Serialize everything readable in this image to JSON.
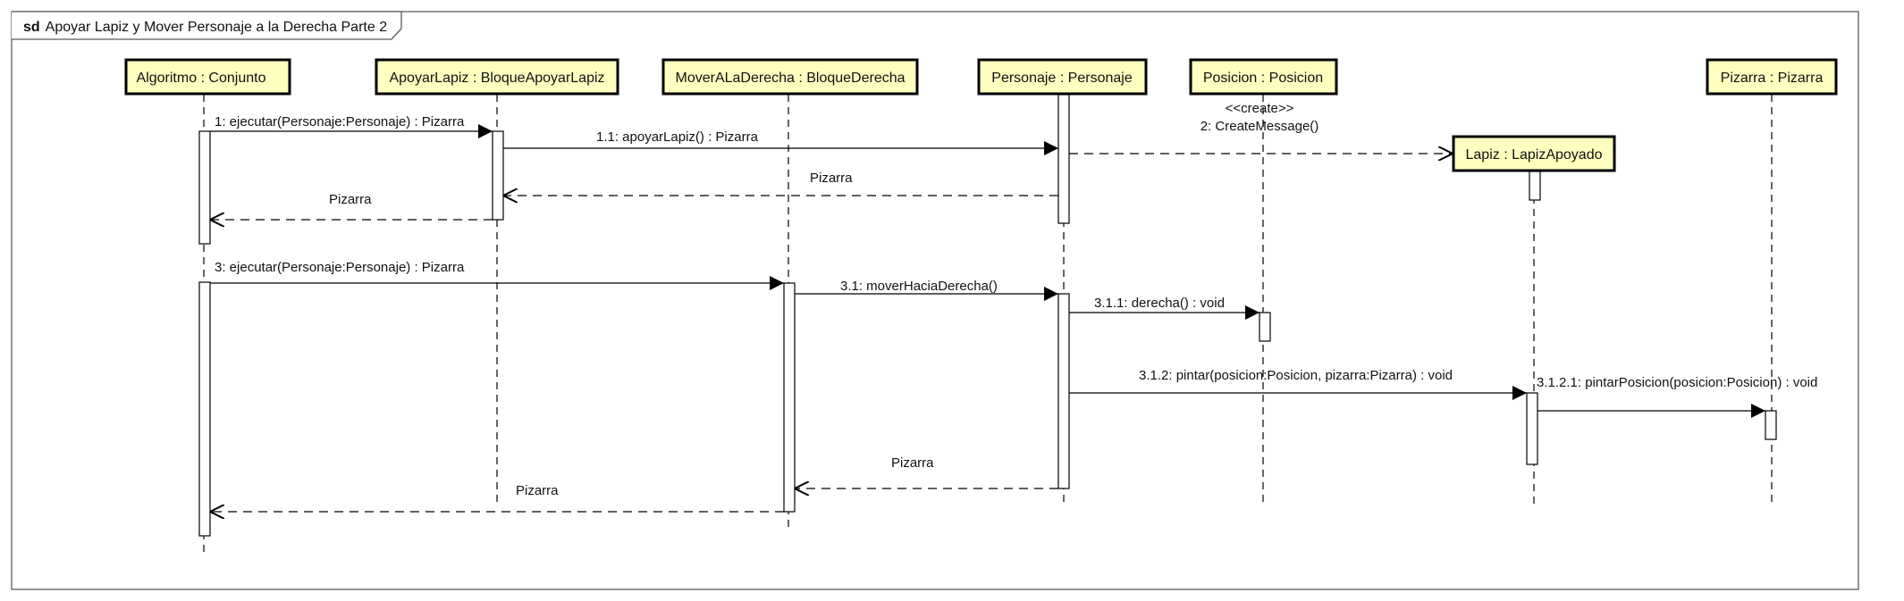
{
  "frame": {
    "keyword": "sd",
    "title": "Apoyar Lapiz y Mover Personaje a la Derecha Parte 2"
  },
  "lifelines": [
    {
      "id": "algoritmo",
      "label": "Algoritmo : Conjunto"
    },
    {
      "id": "apoyar",
      "label": "ApoyarLapiz : BloqueApoyarLapiz"
    },
    {
      "id": "mover",
      "label": "MoverALaDerecha : BloqueDerecha"
    },
    {
      "id": "personaje",
      "label": "Personaje : Personaje"
    },
    {
      "id": "posicion",
      "label": "Posicion : Posicion"
    },
    {
      "id": "lapiz",
      "label": "Lapiz : LapizApoyado"
    },
    {
      "id": "pizarra",
      "label": "Pizarra : Pizarra"
    }
  ],
  "messages": [
    {
      "id": "m1",
      "label": "1: ejecutar(Personaje:Personaje) : Pizarra",
      "kind": "sync"
    },
    {
      "id": "m11",
      "label": "1.1: apoyarLapiz() : Pizarra",
      "kind": "sync"
    },
    {
      "id": "m2",
      "stereotype": "<<create>>",
      "label": "2: CreateMessage()",
      "kind": "create"
    },
    {
      "id": "r11",
      "label": "Pizarra",
      "kind": "return"
    },
    {
      "id": "r1",
      "label": "Pizarra",
      "kind": "return"
    },
    {
      "id": "m3",
      "label": "3: ejecutar(Personaje:Personaje) : Pizarra",
      "kind": "sync"
    },
    {
      "id": "m31",
      "label": "3.1: moverHaciaDerecha()",
      "kind": "sync"
    },
    {
      "id": "m311",
      "label": "3.1.1: derecha() : void",
      "kind": "sync"
    },
    {
      "id": "m312",
      "label": "3.1.2: pintar(posicion:Posicion, pizarra:Pizarra) : void",
      "kind": "sync"
    },
    {
      "id": "m3121",
      "label": "3.1.2.1: pintarPosicion(posicion:Posicion) : void",
      "kind": "sync"
    },
    {
      "id": "r31",
      "label": "Pizarra",
      "kind": "return"
    },
    {
      "id": "r3",
      "label": "Pizarra",
      "kind": "return"
    }
  ],
  "colors": {
    "box_fill": "#ffffc0",
    "line": "#000000",
    "frame": "#5a5a5a"
  }
}
